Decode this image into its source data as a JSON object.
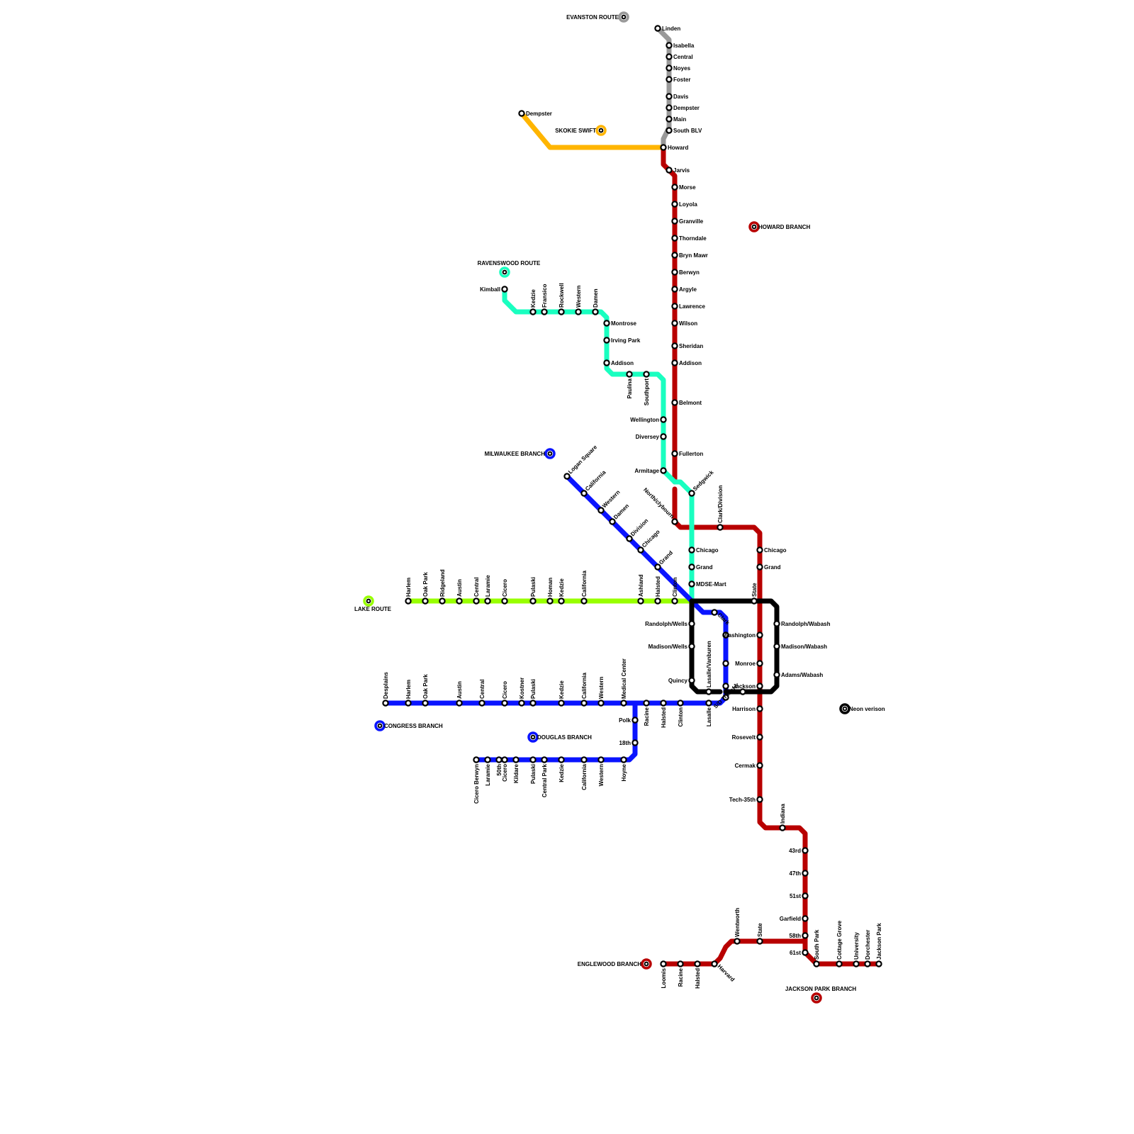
{
  "lines": {
    "evanston": {
      "color": "#999999"
    },
    "skokie": {
      "color": "#FFB500"
    },
    "howard": {
      "color": "#B80000"
    },
    "ravenswood": {
      "color": "#19FFC0"
    },
    "lake": {
      "color": "#98FF00"
    },
    "milwaukee": {
      "color": "#0A14FF"
    },
    "congress": {
      "color": "#0A14FF"
    },
    "douglas": {
      "color": "#0A14FF"
    },
    "loop": {
      "color": "#000000"
    }
  },
  "legend": {
    "evanston": "EVANSTON ROUTE",
    "skokie": "SKOKIE SWIFT",
    "howard": "HOWARD BRANCH",
    "ravenswood": "RAVENSWOOD ROUTE",
    "milwaukee": "MILWAUKEE BRANCH",
    "lake": "LAKE ROUTE",
    "congress": "CONGRESS BRANCH",
    "douglas": "DOUGLAS BRANCH",
    "englewood": "ENGLEWOOD BRANCH",
    "jackson_park": "JACKSON PARK BRANCH",
    "neon": "Neon verison"
  },
  "stations": {
    "evanston": [
      "Linden",
      "Isabella",
      "Central",
      "Noyes",
      "Foster",
      "Davis",
      "Dempster",
      "Main",
      "South BLV"
    ],
    "skokie": [
      "Dempster"
    ],
    "howard": [
      "Howard",
      "Jarvis",
      "Morse",
      "Loyola",
      "Granville",
      "Thorndale",
      "Bryn Mawr",
      "Berwyn",
      "Argyle",
      "Lawrence",
      "Wilson",
      "Sheridan",
      "Addison",
      "Belmont",
      "Fullerton",
      "North/clybourn",
      "Clark/Division",
      "Chicago",
      "Grand",
      "State",
      "Washington",
      "Monroe",
      "Jackson",
      "Harrison",
      "Rosevelt",
      "Cermak",
      "Tech-35th",
      "Indiana",
      "43rd",
      "47th",
      "51st",
      "Garfield",
      "58th",
      "61st"
    ],
    "jackson_park": [
      "South Park",
      "Cottage Grove",
      "University",
      "Dorchester",
      "Jackson Park"
    ],
    "englewood": [
      "Wentworth",
      "State",
      "Harvard",
      "Halsted",
      "Racine",
      "Loomis"
    ],
    "ravenswood": [
      "Kimball",
      "Kedzie",
      "Fransico",
      "Rockwell",
      "Western",
      "Damen",
      "Montrose",
      "Irving Park",
      "Addison",
      "Paulina",
      "Southport",
      "Wellington",
      "Diversey",
      "Armitage",
      "Sedgwick",
      "Chicago",
      "Grand",
      "MDSE-Mart"
    ],
    "lake": [
      "Harlem",
      "Oak Park",
      "Ridgeland",
      "Austin",
      "Central",
      "Laramie",
      "Cicero",
      "Pulaski",
      "Homan",
      "Kedzie",
      "California",
      "Ashland",
      "Halsted",
      "Clinton"
    ],
    "milwaukee": [
      "Logan Square",
      "California",
      "Western",
      "Damen",
      "Division",
      "Chicago",
      "Grand",
      "Clark",
      "Lasalle/Vanburen",
      "S/D Transfer"
    ],
    "loop": [
      "Randolph/Wells",
      "Madison/Wells",
      "Quincy",
      "Randolph/Wabash",
      "Madison/Wabash",
      "Adams/Wabash"
    ],
    "congress": [
      "Desplains",
      "Harlem",
      "Oak Park",
      "Austin",
      "Central",
      "Cicero",
      "Kostner",
      "Pulaski",
      "Kedzie",
      "California",
      "Western",
      "Medical Center",
      "Racine",
      "Halsted",
      "Clinton",
      "Lasalle"
    ],
    "douglas": [
      "Polk",
      "18th",
      "Hoyne",
      "Western",
      "California",
      "Kedzie",
      "Central Park",
      "Pulaski",
      "Kildare",
      "Cicero",
      "50th",
      "Laramie",
      "Cicero Berwyn"
    ]
  }
}
